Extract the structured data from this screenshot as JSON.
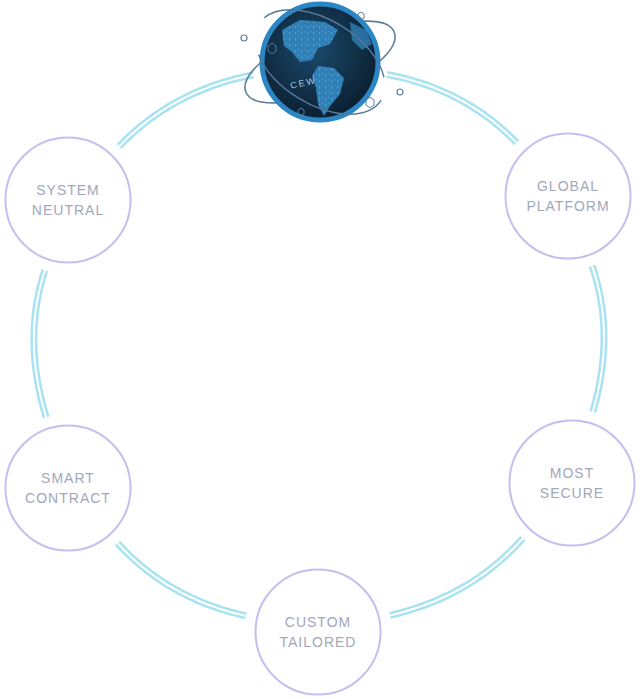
{
  "diagram": {
    "nodes": [
      {
        "text": [
          "CEW"
        ]
      },
      {
        "text": [
          "SYSTEM NEUTRAL"
        ]
      },
      {
        "text": [
          "GLOBAL PLATFORM"
        ]
      },
      {
        "text": [
          "MOST SECURE"
        ]
      },
      {
        "text": [
          "SMART CONTRACT"
        ]
      },
      {
        "text": [
          "CUSTOM TAILORED"
        ]
      }
    ],
    "edges": [
      {
        "from": 0,
        "to": 2,
        "arrow": "none"
      },
      {
        "from": 2,
        "to": 3,
        "arrow": "none"
      },
      {
        "from": 3,
        "to": 5,
        "arrow": "none"
      },
      {
        "from": 5,
        "to": 4,
        "arrow": "none"
      },
      {
        "from": 4,
        "to": 1,
        "arrow": "none"
      },
      {
        "from": 1,
        "to": 0,
        "arrow": "none"
      }
    ]
  }
}
